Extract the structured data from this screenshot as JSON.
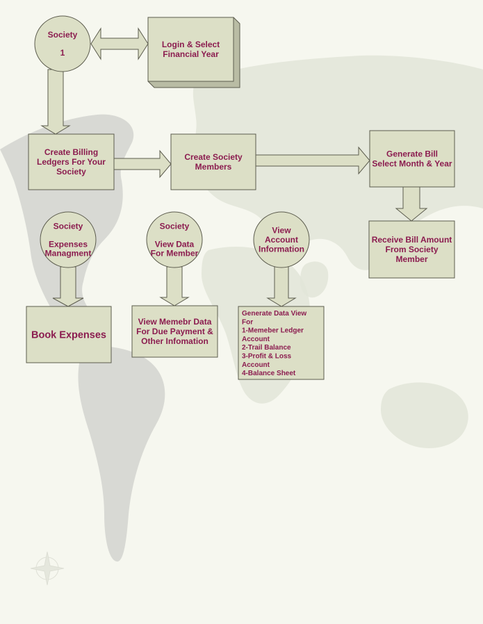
{
  "colors": {
    "node_fill": "#dcdfc6",
    "node_stroke": "#5c5c4e",
    "text": "#8b1c4f",
    "map_land": "#e2e5d8",
    "map_land_dark": "#d2d3cf",
    "background": "#f6f7ef"
  },
  "nodes": {
    "society_1": {
      "lines": [
        "Society",
        "",
        "1"
      ]
    },
    "login": {
      "lines": [
        "Login & Select",
        "Financial Year"
      ]
    },
    "create_billing": {
      "lines": [
        "Create Billing",
        "Ledgers For Your",
        "Society"
      ]
    },
    "create_members": {
      "lines": [
        "Create Society",
        "Members"
      ]
    },
    "generate_bill": {
      "lines": [
        "Generate Bill",
        "Select Month & Year"
      ]
    },
    "receive_bill": {
      "lines": [
        "Receive Bill Amount",
        "From Society",
        "Member"
      ]
    },
    "society_expenses": {
      "lines": [
        "Society",
        "",
        "Expenses",
        "Managment"
      ]
    },
    "society_view_data": {
      "lines": [
        "Society",
        "",
        "View Data",
        "For Member"
      ]
    },
    "view_account": {
      "lines": [
        "View",
        "Account",
        "Information"
      ]
    },
    "book_expenses": {
      "lines": [
        "Book Expenses"
      ]
    },
    "view_member_data": {
      "lines": [
        "View Memebr Data",
        "For Due Payment &",
        "Other Infomation"
      ]
    },
    "generate_data_view": {
      "lines": [
        "Generate Data View",
        "For",
        "1-Memeber Ledger",
        "Account",
        "2-Trail Balance",
        "3-Profit & Loss",
        "Account",
        "4-Balance Sheet"
      ]
    }
  }
}
